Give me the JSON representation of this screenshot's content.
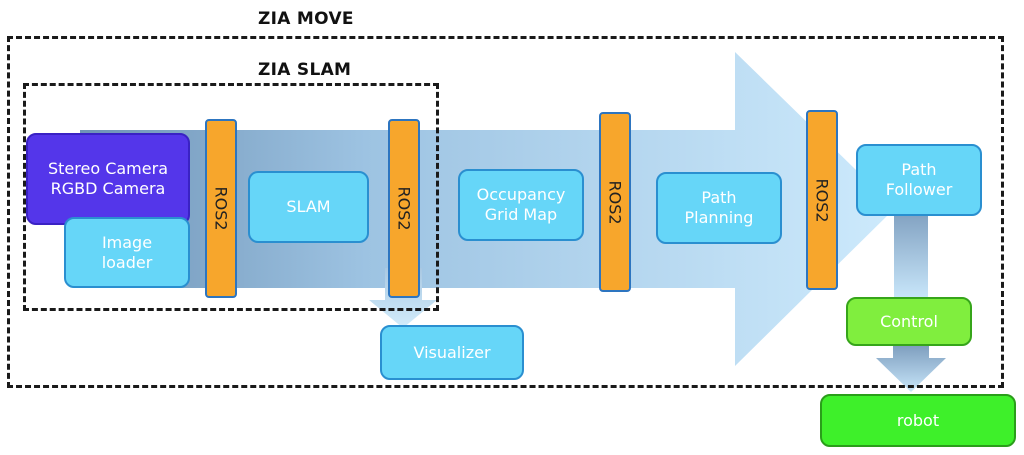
{
  "titles": {
    "outer": "ZIA MOVE",
    "inner": "ZIA SLAM"
  },
  "nodes": {
    "camera": "Stereo Camera\nRGBD Camera",
    "image_loader": "Image\nloader",
    "slam": "SLAM",
    "occupancy": "Occupancy\nGrid Map",
    "path_planning": "Path\nPlanning",
    "path_follower": "Path\nFollower",
    "visualizer": "Visualizer",
    "control": "Control",
    "robot": "robot"
  },
  "ros": {
    "label1": "ROS2",
    "label2": "ROS2",
    "label3": "ROS2",
    "label4": "ROS2"
  },
  "colors": {
    "arrow_dark": "#6f93b6",
    "arrow_light": "#c8e8fb",
    "node_cyan": "#66d6f8",
    "node_purple": "#5436ea",
    "ros_orange": "#f7a62c",
    "control_green": "#80ee3e",
    "robot_green": "#3ef02a"
  }
}
